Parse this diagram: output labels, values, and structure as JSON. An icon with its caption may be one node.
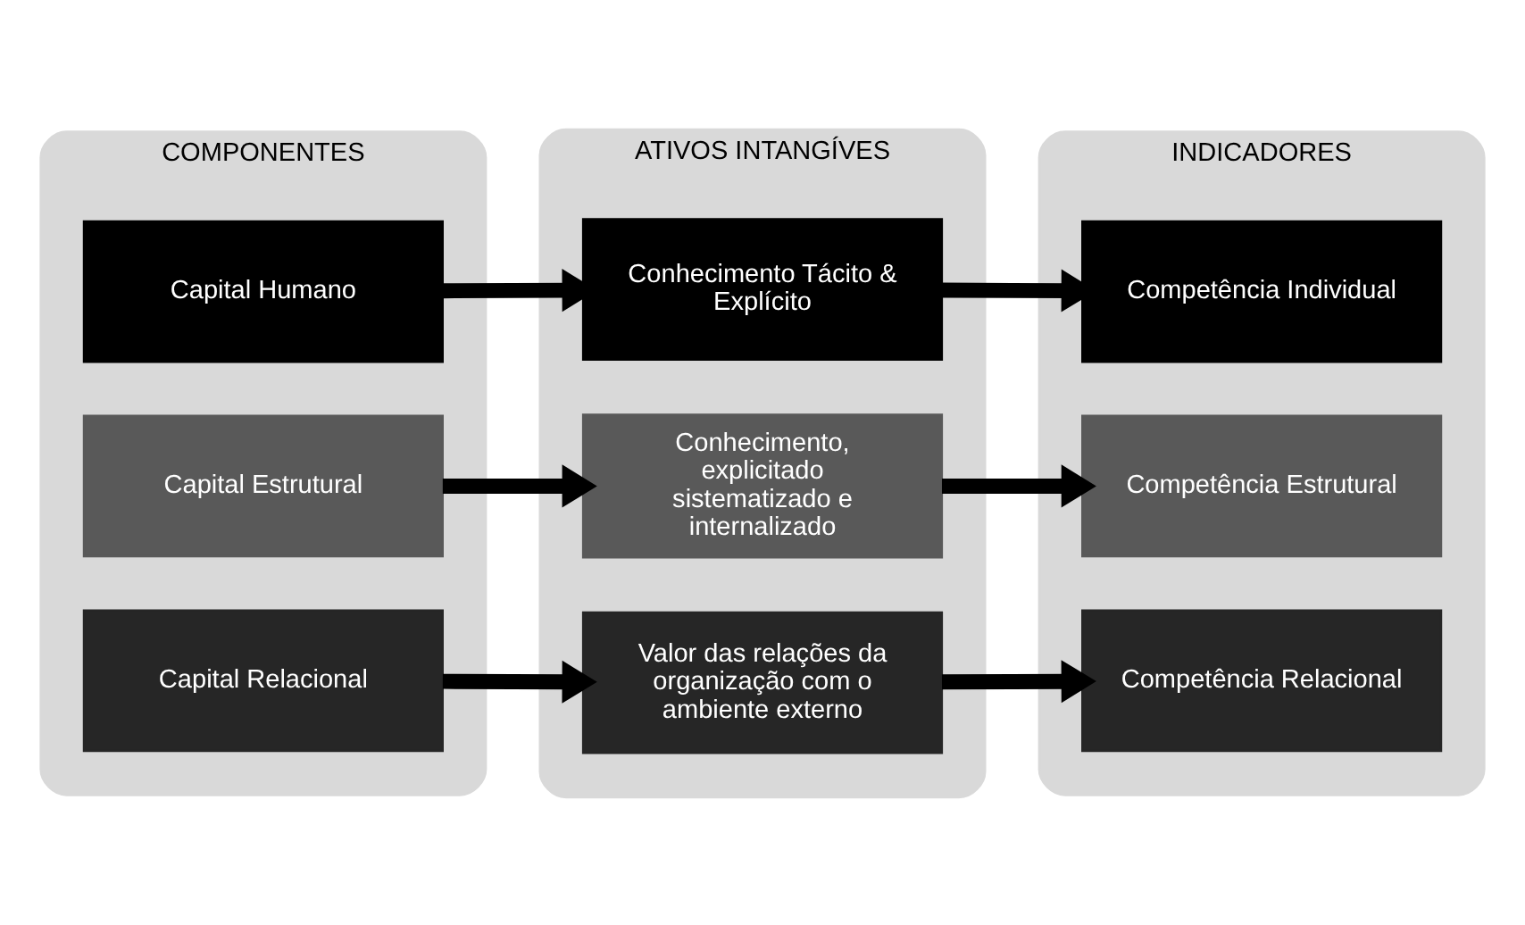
{
  "diagram": {
    "nodes": [
      {
        "text": [
          "COMPONENTES"
        ]
      },
      {
        "text": [
          "Capital Humano"
        ],
        "in": 0
      },
      {
        "text": [
          "Capital Estrutural"
        ],
        "in": 0
      },
      {
        "text": [
          "Capital Relacional"
        ],
        "in": 0
      },
      {
        "text": [
          "ATIVOS INTANGÍVES"
        ]
      },
      {
        "text": [
          "Conhecimento Tácito & Explícito"
        ],
        "in": 4
      },
      {
        "text": [
          "Conhecimento, explicitado sistematizado e internalizado"
        ],
        "in": 4
      },
      {
        "text": [
          "Valor das relações da organização com o ambiente externo"
        ],
        "in": 4
      },
      {
        "text": [
          "INDICADORES"
        ]
      },
      {
        "text": [
          "Competência Individual"
        ],
        "in": 8
      },
      {
        "text": [
          "Competência Estrutural"
        ],
        "in": 8
      },
      {
        "text": [
          "Competência Relacional"
        ],
        "in": 8
      }
    ],
    "edges": [
      {
        "from": 1,
        "to": 5,
        "arrow": "to"
      },
      {
        "from": 5,
        "to": 9,
        "arrow": "to"
      },
      {
        "from": 2,
        "to": 6,
        "arrow": "to"
      },
      {
        "from": 6,
        "to": 10,
        "arrow": "to"
      },
      {
        "from": 3,
        "to": 7,
        "arrow": "to"
      },
      {
        "from": 7,
        "to": 11,
        "arrow": "to"
      }
    ]
  }
}
